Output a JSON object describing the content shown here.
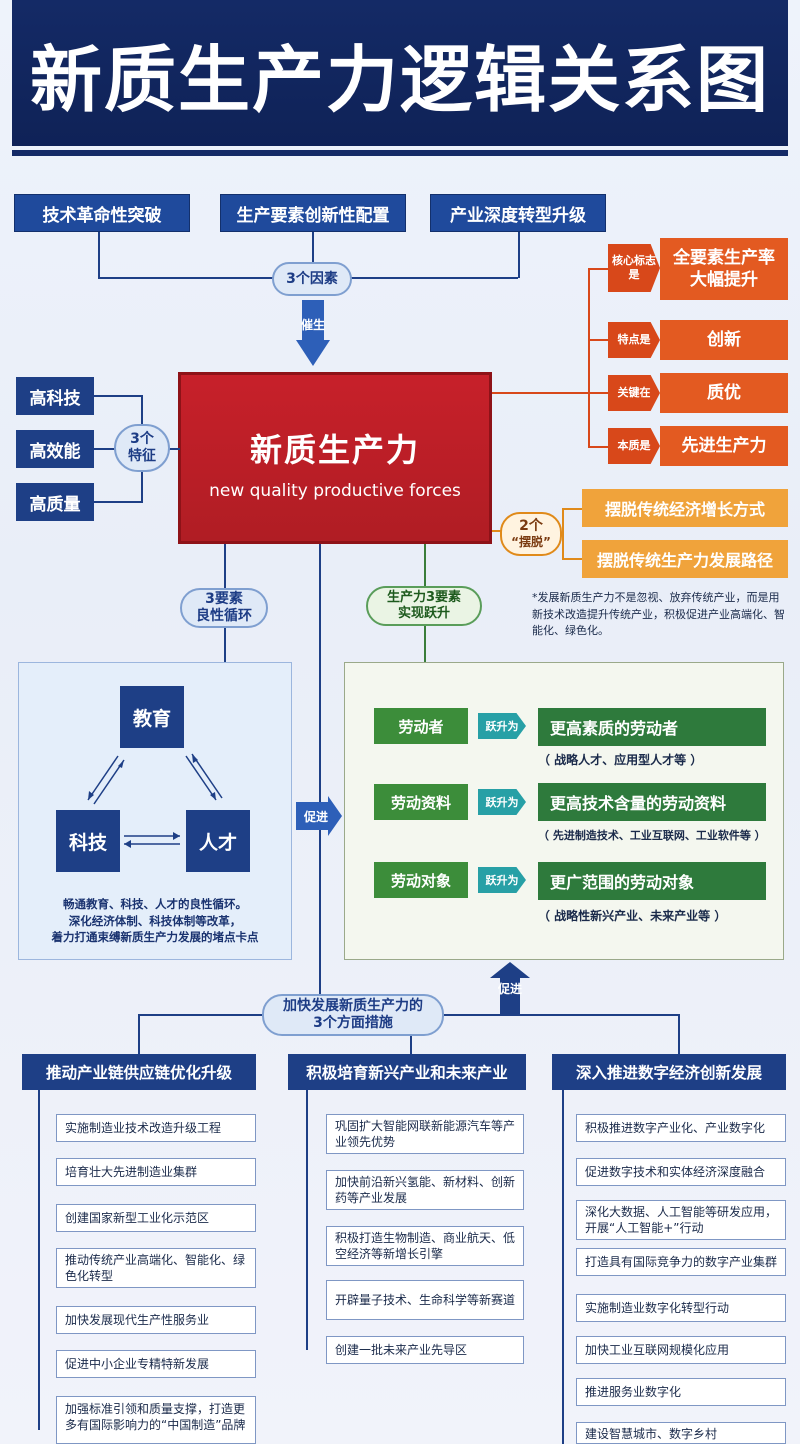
{
  "title": "新质生产力逻辑关系图",
  "factors": {
    "items": [
      "技术革命性突破",
      "生产要素创新性配置",
      "产业深度转型升级"
    ],
    "pill_num": "3个因素",
    "arrow_label": "催生"
  },
  "center": {
    "zh": "新质生产力",
    "en": "new quality productive forces"
  },
  "features": {
    "items": [
      "高科技",
      "高效能",
      "高质量"
    ],
    "pill_line1": "3个",
    "pill_line2": "特征"
  },
  "right_attrs": [
    {
      "tag": "核心标志是",
      "value": "全要素生产率大幅提升"
    },
    {
      "tag": "特点是",
      "value": "创新"
    },
    {
      "tag": "关键在",
      "value": "质优"
    },
    {
      "tag": "本质是",
      "value": "先进生产力"
    }
  ],
  "break_free": {
    "pill_line1": "2个",
    "pill_line2": "“摆脱”",
    "items": [
      "摆脱传统经济增长方式",
      "摆脱传统生产力发展路径"
    ],
    "note": "*发展新质生产力不是忽视、放弃传统产业，而是用新技术改造提升传统产业，积极促进产业高端化、智能化、绿色化。"
  },
  "cycle": {
    "pill_line1": "3要素",
    "pill_line2": "良性循环",
    "nodes": [
      "教育",
      "科技",
      "人才"
    ],
    "desc": [
      "畅通教育、科技、人才的良性循环。",
      "深化经济体制、科技体制等改革，",
      "着力打通束缚新质生产力发展的堵点卡点"
    ],
    "promote": "促进"
  },
  "leap": {
    "pill_line1": "生产力3要素",
    "pill_line2": "实现跃升",
    "rows": [
      {
        "from": "劳动者",
        "verb": "跃升为",
        "to": "更高素质的劳动者",
        "sub": "（ 战略人才、应用型人才等 ）"
      },
      {
        "from": "劳动资料",
        "verb": "跃升为",
        "to": "更高技术含量的劳动资料",
        "sub": "（ 先进制造技术、工业互联网、工业软件等 ）"
      },
      {
        "from": "劳动对象",
        "verb": "跃升为",
        "to": "更广范围的劳动对象",
        "sub": "（ 战略性新兴产业、未来产业等 ）"
      }
    ]
  },
  "measures": {
    "pill_line1": "加快发展新质生产力的",
    "pill_line2": "3个方面措施",
    "promote": "促进",
    "columns": [
      {
        "head": "推动产业链供应链优化升级",
        "items": [
          "实施制造业技术改造升级工程",
          "培育壮大先进制造业集群",
          "创建国家新型工业化示范区",
          "推动传统产业高端化、智能化、绿色化转型",
          "加快发展现代生产性服务业",
          "促进中小企业专精特新发展",
          "加强标准引领和质量支撑，打造更多有国际影响力的“中国制造”品牌"
        ]
      },
      {
        "head": "积极培育新兴产业和未来产业",
        "items": [
          "巩固扩大智能网联新能源汽车等产业领先优势",
          "加快前沿新兴氢能、新材料、创新药等产业发展",
          "积极打造生物制造、商业航天、低空经济等新增长引擎",
          "开辟量子技术、生命科学等新赛道",
          "创建一批未来产业先导区"
        ]
      },
      {
        "head": "深入推进数字经济创新发展",
        "items": [
          "积极推进数字产业化、产业数字化",
          "促进数字技术和实体经济深度融合",
          "深化大数据、人工智能等研发应用，开展“人工智能+”行动",
          "打造具有国际竞争力的数字产业集群",
          "实施制造业数字化转型行动",
          "加快工业互联网规模化应用",
          "推进服务业数字化",
          "建设智慧城市、数字乡村"
        ]
      }
    ]
  }
}
